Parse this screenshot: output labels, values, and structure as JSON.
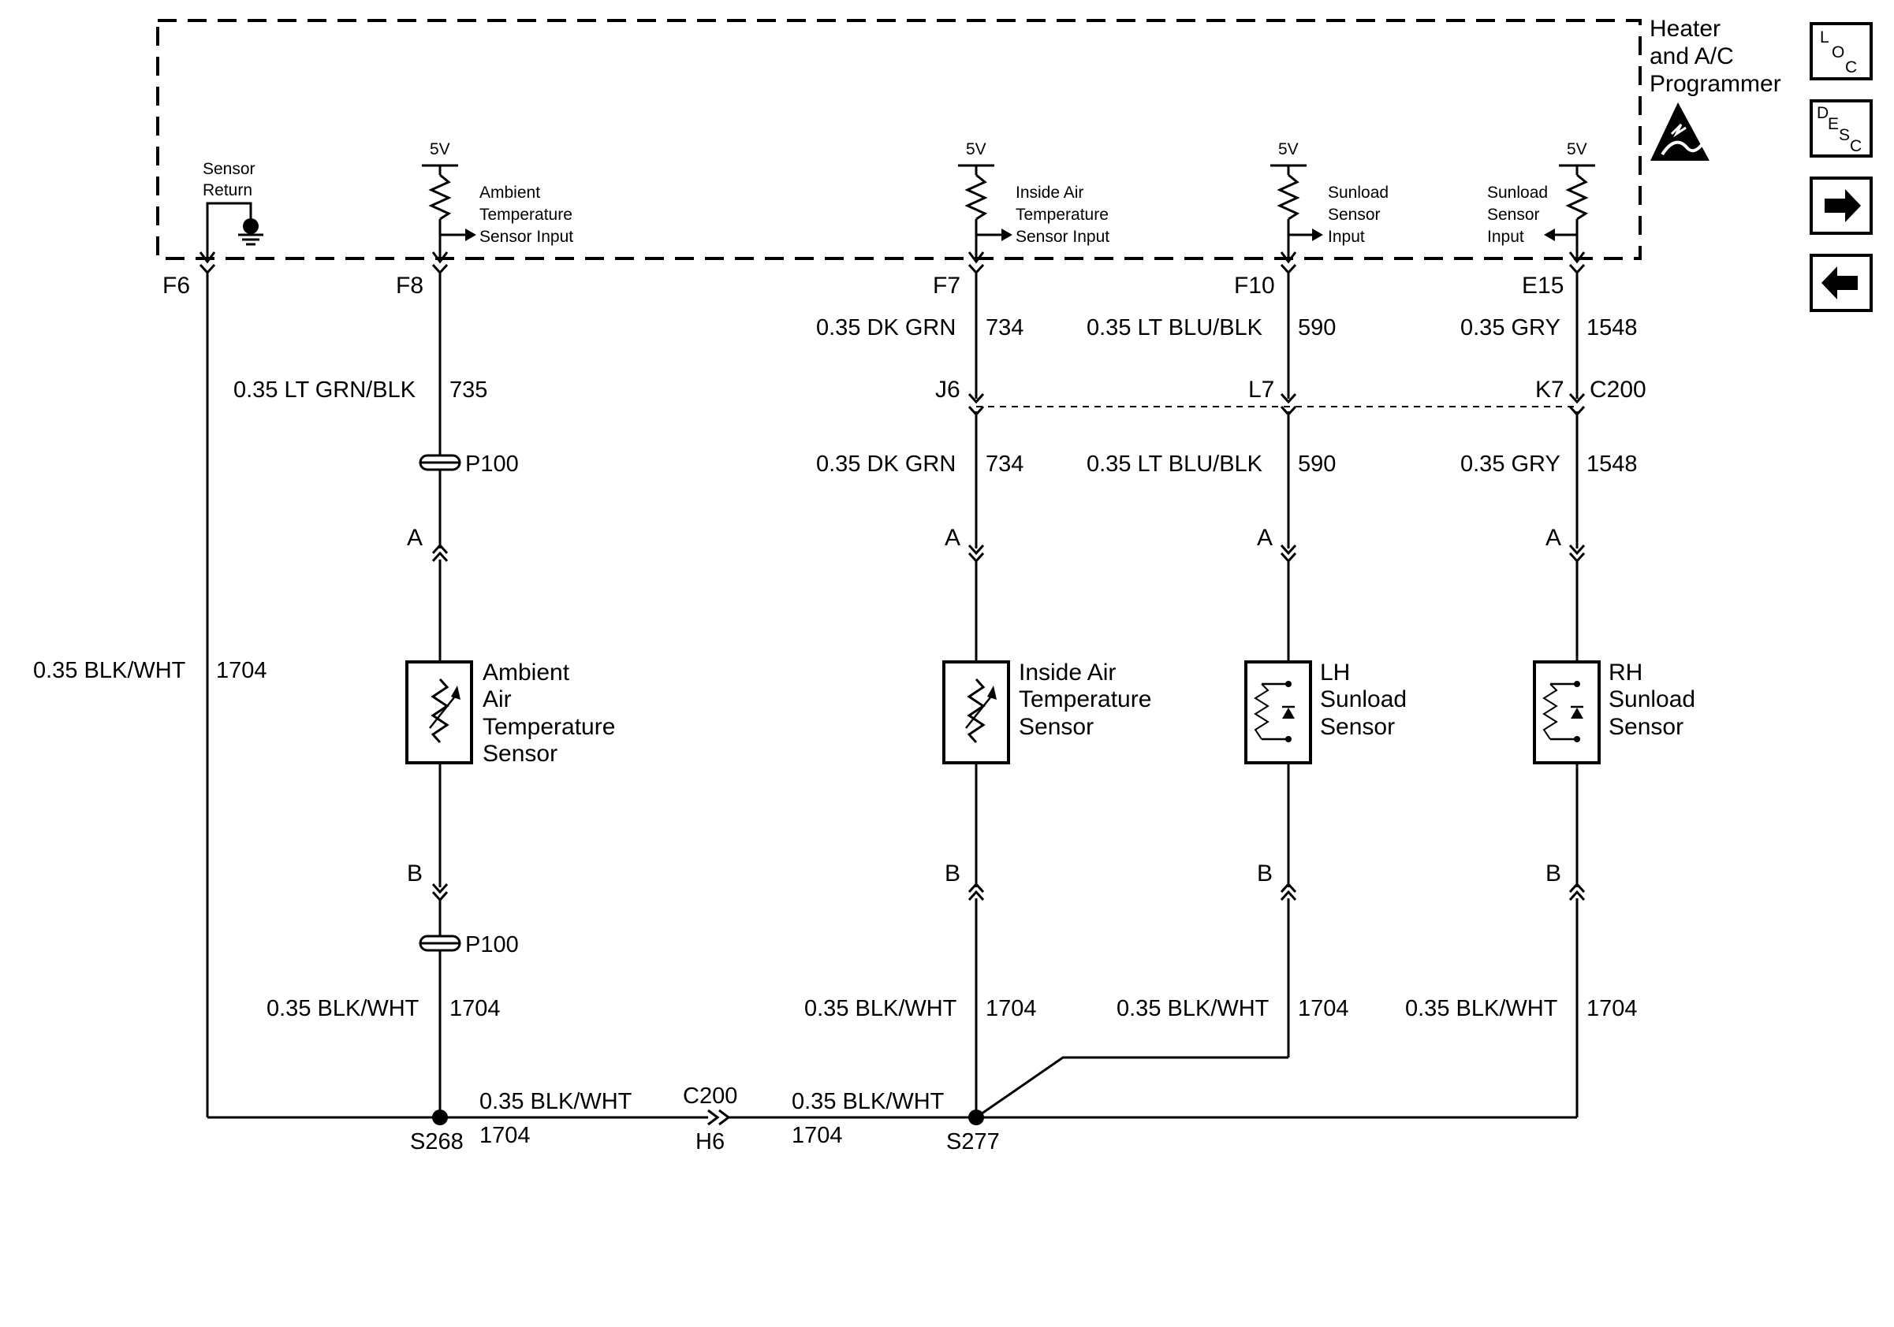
{
  "module": {
    "name": [
      "Heater",
      "and A/C",
      "Programmer"
    ],
    "sensor_return": [
      "Sensor",
      "Return"
    ],
    "supply_voltage": "5V"
  },
  "inputs": {
    "ambient": [
      "Ambient",
      "Temperature",
      "Sensor Input"
    ],
    "inside_air": [
      "Inside Air",
      "Temperature",
      "Sensor Input"
    ],
    "lh_sunload": [
      "Sunload",
      "Sensor",
      "Input"
    ],
    "rh_sunload": [
      "Sunload",
      "Sensor",
      "Input"
    ]
  },
  "pins": {
    "f6": "F6",
    "f8": "F8",
    "f7": "F7",
    "f10": "F10",
    "e15": "E15",
    "j6": "J6",
    "l7": "L7",
    "k7": "K7"
  },
  "connectors": {
    "c200": "C200",
    "h6": "H6",
    "p100": "P100",
    "pin_a": "A",
    "pin_b": "B"
  },
  "splices": {
    "s268": "S268",
    "s277": "S277"
  },
  "wires": {
    "dk_grn": "0.35 DK GRN",
    "dk_grn_circuit": "734",
    "lt_blu_blk": "0.35 LT BLU/BLK",
    "lt_blu_blk_circuit": "590",
    "gry": "0.35 GRY",
    "gry_circuit": "1548",
    "lt_grn_blk": "0.35 LT GRN/BLK",
    "lt_grn_blk_circuit": "735",
    "blk_wht": "0.35 BLK/WHT",
    "blk_wht_circuit": "1704"
  },
  "components": {
    "ambient": [
      "Ambient",
      "Air",
      "Temperature",
      "Sensor"
    ],
    "inside_air": [
      "Inside Air",
      "Temperature",
      "Sensor"
    ],
    "lh_sunload": [
      "LH",
      "Sunload",
      "Sensor"
    ],
    "rh_sunload": [
      "RH",
      "Sunload",
      "Sensor"
    ]
  },
  "nav": {
    "loc_icon": "locator-icon",
    "desc_icon": "description-icon",
    "next_icon": "arrow-right-icon",
    "prev_icon": "arrow-left-icon",
    "esd_icon": "esd-warning-icon",
    "loc_letters": [
      "L",
      "O",
      "C"
    ],
    "desc_letters": [
      "D",
      "E",
      "S",
      "C"
    ]
  }
}
